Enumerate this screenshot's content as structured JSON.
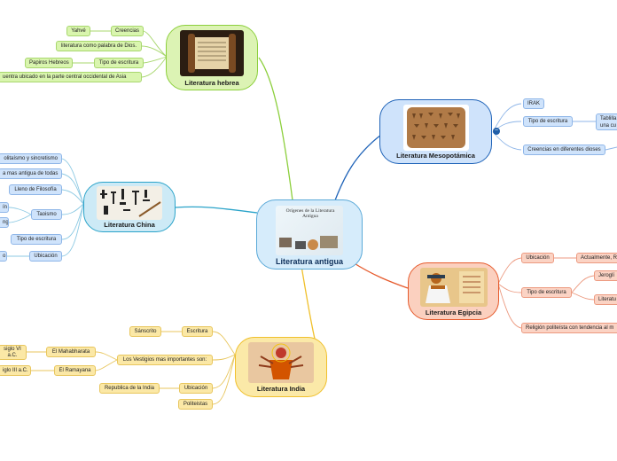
{
  "colors": {
    "hebrea": "#8ccf3c",
    "china": "#2aa3c9",
    "india": "#f0c02c",
    "egipcia": "#e65a2c",
    "mesopotamica": "#1f63b8"
  },
  "central": {
    "title": "Literatura antigua",
    "image_caption": "Orígenes de la Literatura Antigua"
  },
  "hebrea": {
    "title": "Literatura hebrea",
    "image_icon": "scroll-icon",
    "items": {
      "yahve": "Yahvé",
      "creencias": "Creencias",
      "palabra": "literatura como palabra de Dios.",
      "papiros": "Papiros Hebreos",
      "tipo": "Tipo de escritura",
      "ubicacion": "uentra ubicado en la parte central occidental de Asia"
    }
  },
  "china": {
    "title": "Literatura China",
    "image_icon": "calligraphy-icon",
    "items": {
      "politeismo": "olitaísmo y sincretismo",
      "antigua": "a mas antigua de todas",
      "filosofia": "Lleno de Filosofía",
      "frag1": "ín",
      "frag2": "ng",
      "taoismo": "Taoismo",
      "tipo": "Tipo de escritura",
      "frag3": "o",
      "ubicacion": "Ubicación"
    }
  },
  "india": {
    "title": "Literatura India",
    "image_icon": "deity-icon",
    "items": {
      "sanscrito": "Sánscrito",
      "escritura": "Escritura",
      "vestigios": "Los Vestigios mas importantes son:",
      "siglo6": "siglo VI a.C.",
      "mahabharata": "El Mahabharata",
      "siglo3": "iglo III a.C.",
      "ramayana": "El Ramayana",
      "republica": "Republica de la India",
      "ubicacion": "Ubicación",
      "politeistas": "Politeistas"
    }
  },
  "egipcia": {
    "title": "Literatura Egipcia",
    "image_icon": "scribe-icon",
    "items": {
      "ubicacion": "Ubicación",
      "actualmente": "Actualmente, R",
      "tipo": "Tipo de escritura",
      "jerogli": "Jeroglí",
      "litera": "Literatu",
      "religion": "Religión politeísta con tendencia al m"
    }
  },
  "mesopotamica": {
    "title": "Literatura Mesopotámica",
    "image_icon": "cuneiform-tablet-icon",
    "items": {
      "irak": "IRAK",
      "tipo": "Tipo de escritura",
      "tablilla": "Tablilla una cu",
      "creencias": "Creencias en diferentes dioses"
    }
  }
}
